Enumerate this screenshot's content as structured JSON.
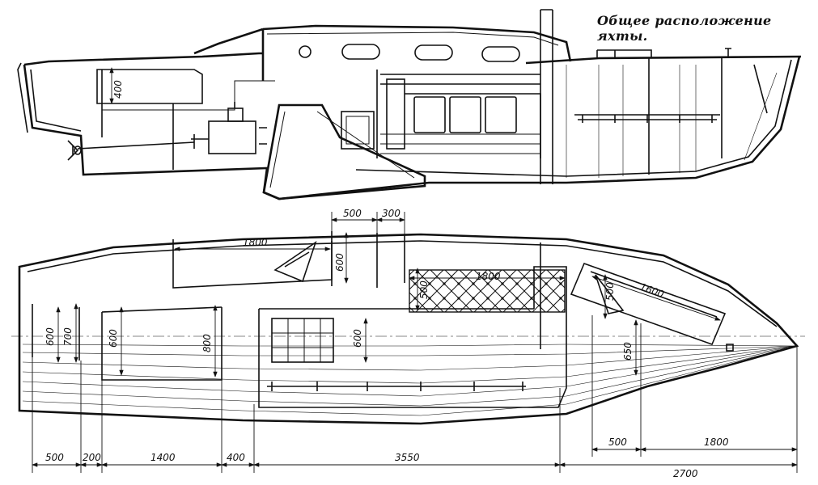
{
  "title": "Общее расположение яхты.",
  "side_view": {
    "dims": [
      "400"
    ]
  },
  "plan_view": {
    "top_dims": [
      "500",
      "300"
    ],
    "inner_dims": [
      "1800",
      "600",
      "1800",
      "500",
      "1600",
      "500",
      "600",
      "700",
      "600",
      "800",
      "600",
      "650"
    ],
    "bottom_dims": [
      "500",
      "200",
      "1400",
      "400",
      "3550",
      "500",
      "1800",
      "2700"
    ]
  }
}
